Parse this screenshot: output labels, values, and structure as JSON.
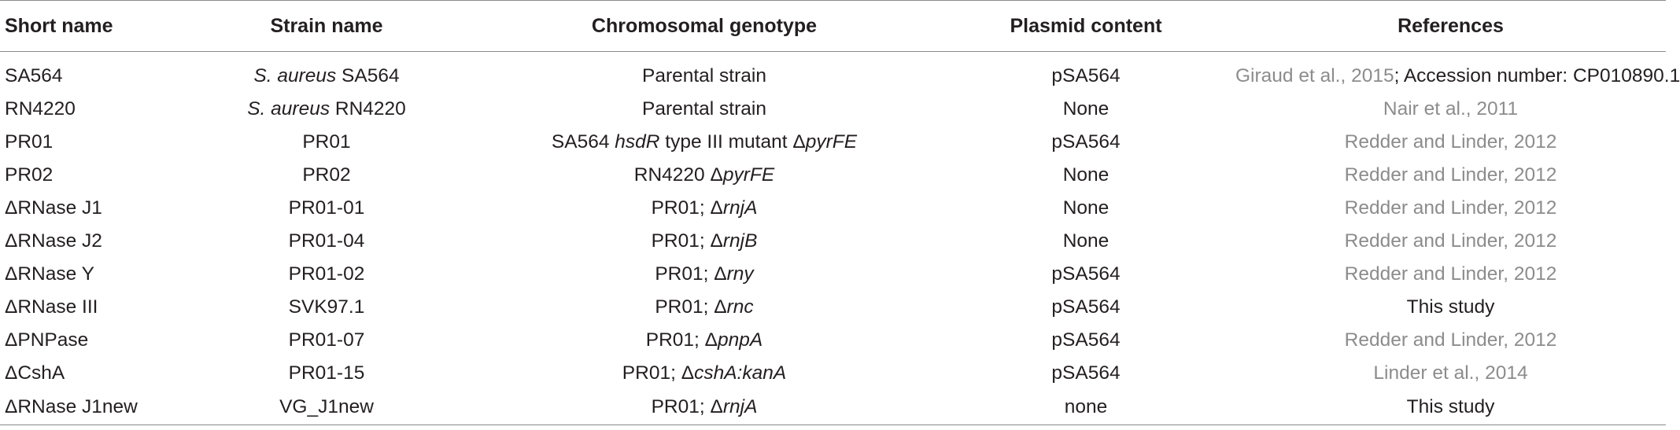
{
  "table": {
    "headers": [
      "Short name",
      "Strain name",
      "Chromosomal genotype",
      "Plasmid content",
      "References"
    ],
    "rows": [
      {
        "short": "SA564",
        "strain": [
          {
            "t": "S. aureus",
            "i": true
          },
          {
            "t": " SA564",
            "i": false
          }
        ],
        "genotype": [
          {
            "t": "Parental strain",
            "i": false
          }
        ],
        "plasmid": "pSA564",
        "refs": [
          {
            "t": "Giraud et al., 2015",
            "link": true
          },
          {
            "t": "; Accession number: CP010890.1",
            "link": false
          }
        ]
      },
      {
        "short": "RN4220",
        "strain": [
          {
            "t": "S. aureus",
            "i": true
          },
          {
            "t": " RN4220",
            "i": false
          }
        ],
        "genotype": [
          {
            "t": "Parental strain",
            "i": false
          }
        ],
        "plasmid": "None",
        "refs": [
          {
            "t": "Nair et al., 2011",
            "link": true
          }
        ]
      },
      {
        "short": "PR01",
        "strain": [
          {
            "t": "PR01",
            "i": false
          }
        ],
        "genotype": [
          {
            "t": "SA564 ",
            "i": false
          },
          {
            "t": "hsdR",
            "i": true
          },
          {
            "t": " type III mutant Δ",
            "i": false
          },
          {
            "t": "pyrFE",
            "i": true
          }
        ],
        "plasmid": "pSA564",
        "refs": [
          {
            "t": "Redder and Linder, 2012",
            "link": true
          }
        ]
      },
      {
        "short": "PR02",
        "strain": [
          {
            "t": "PR02",
            "i": false
          }
        ],
        "genotype": [
          {
            "t": "RN4220 Δ",
            "i": false
          },
          {
            "t": "pyrFE",
            "i": true
          }
        ],
        "plasmid": "None",
        "refs": [
          {
            "t": "Redder and Linder, 2012",
            "link": true
          }
        ]
      },
      {
        "short": "ΔRNase J1",
        "strain": [
          {
            "t": "PR01-01",
            "i": false
          }
        ],
        "genotype": [
          {
            "t": "PR01; Δ",
            "i": false
          },
          {
            "t": "rnjA",
            "i": true
          }
        ],
        "plasmid": "None",
        "refs": [
          {
            "t": "Redder and Linder, 2012",
            "link": true
          }
        ]
      },
      {
        "short": "ΔRNase J2",
        "strain": [
          {
            "t": "PR01-04",
            "i": false
          }
        ],
        "genotype": [
          {
            "t": "PR01; Δ",
            "i": false
          },
          {
            "t": "rnjB",
            "i": true
          }
        ],
        "plasmid": "None",
        "refs": [
          {
            "t": "Redder and Linder, 2012",
            "link": true
          }
        ]
      },
      {
        "short": "ΔRNase Y",
        "strain": [
          {
            "t": "PR01-02",
            "i": false
          }
        ],
        "genotype": [
          {
            "t": "PR01; Δ",
            "i": false
          },
          {
            "t": "rny",
            "i": true
          }
        ],
        "plasmid": "pSA564",
        "refs": [
          {
            "t": "Redder and Linder, 2012",
            "link": true
          }
        ]
      },
      {
        "short": "ΔRNase III",
        "strain": [
          {
            "t": "SVK97.1",
            "i": false
          }
        ],
        "genotype": [
          {
            "t": "PR01; Δ",
            "i": false
          },
          {
            "t": "rnc",
            "i": true
          }
        ],
        "plasmid": "pSA564",
        "refs": [
          {
            "t": "This study",
            "link": false
          }
        ]
      },
      {
        "short": "ΔPNPase",
        "strain": [
          {
            "t": "PR01-07",
            "i": false
          }
        ],
        "genotype": [
          {
            "t": "PR01; Δ",
            "i": false
          },
          {
            "t": "pnpA",
            "i": true
          }
        ],
        "plasmid": "pSA564",
        "refs": [
          {
            "t": "Redder and Linder, 2012",
            "link": true
          }
        ]
      },
      {
        "short": "ΔCshA",
        "strain": [
          {
            "t": "PR01-15",
            "i": false
          }
        ],
        "genotype": [
          {
            "t": "PR01; Δ",
            "i": false
          },
          {
            "t": "cshA:kanA",
            "i": true
          }
        ],
        "plasmid": "pSA564",
        "refs": [
          {
            "t": "Linder et al., 2014",
            "link": true
          }
        ]
      },
      {
        "short": "ΔRNase J1new",
        "strain": [
          {
            "t": "VG_J1new",
            "i": false
          }
        ],
        "genotype": [
          {
            "t": "PR01; Δ",
            "i": false
          },
          {
            "t": "rnjA",
            "i": true
          }
        ],
        "plasmid": "none",
        "refs": [
          {
            "t": "This study",
            "link": false
          }
        ]
      }
    ]
  }
}
